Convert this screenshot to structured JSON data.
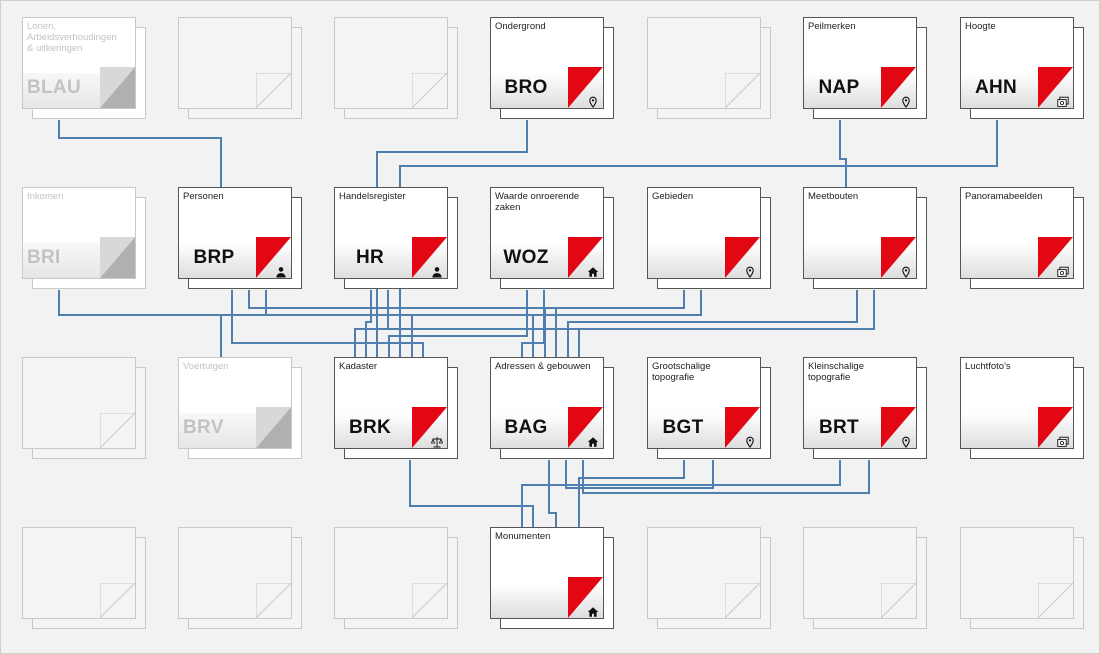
{
  "colors": {
    "link": "#4f7fae",
    "flag_red": "#e30613",
    "active_border": "#555555",
    "ghost_border": "#c8c8c8",
    "ghost_text": "#c2c2c2",
    "fold_grey": "#b0b0b0"
  },
  "registers": [
    {
      "id": "blau",
      "name": "Lonen, Arbeidsverhoudingen & uitkeringen",
      "code": "BLAU",
      "state": "ghost",
      "icon": ""
    },
    {
      "id": "empty-r1c2",
      "name": "",
      "code": "",
      "state": "empty",
      "icon": ""
    },
    {
      "id": "empty-r1c3",
      "name": "",
      "code": "",
      "state": "empty",
      "icon": ""
    },
    {
      "id": "bro",
      "name": "Ondergrond",
      "code": "BRO",
      "state": "active",
      "icon": "map-pin-icon"
    },
    {
      "id": "empty-r1c5",
      "name": "",
      "code": "",
      "state": "empty",
      "icon": ""
    },
    {
      "id": "nap",
      "name": "Peilmerken",
      "code": "NAP",
      "state": "active",
      "icon": "map-pin-icon"
    },
    {
      "id": "ahn",
      "name": "Hoogte",
      "code": "AHN",
      "state": "active",
      "icon": "photo-icon"
    },
    {
      "id": "bri",
      "name": "Inkomen",
      "code": "BRI",
      "state": "ghost",
      "icon": ""
    },
    {
      "id": "brp",
      "name": "Personen",
      "code": "BRP",
      "state": "active",
      "icon": "person-icon"
    },
    {
      "id": "hr",
      "name": "Handelsregister",
      "code": "HR",
      "state": "active",
      "icon": "person-icon"
    },
    {
      "id": "woz",
      "name": "Waarde onroerende zaken",
      "code": "WOZ",
      "state": "active",
      "icon": "house-icon"
    },
    {
      "id": "gebieden",
      "name": "Gebieden",
      "code": "",
      "state": "active",
      "icon": "map-pin-icon"
    },
    {
      "id": "meetbouten",
      "name": "Meetbouten",
      "code": "",
      "state": "active",
      "icon": "map-pin-icon"
    },
    {
      "id": "panoramabeelden",
      "name": "Panoramabeelden",
      "code": "",
      "state": "active",
      "icon": "photo-icon"
    },
    {
      "id": "empty-r3c1",
      "name": "",
      "code": "",
      "state": "empty",
      "icon": ""
    },
    {
      "id": "brv",
      "name": "Voertuigen",
      "code": "BRV",
      "state": "ghost",
      "icon": ""
    },
    {
      "id": "brk",
      "name": "Kadaster",
      "code": "BRK",
      "state": "active",
      "icon": "scales-icon"
    },
    {
      "id": "bag",
      "name": "Adressen & gebouwen",
      "code": "BAG",
      "state": "active",
      "icon": "house-icon"
    },
    {
      "id": "bgt",
      "name": "Grootschalige topografie",
      "code": "BGT",
      "state": "active",
      "icon": "map-pin-icon"
    },
    {
      "id": "brt",
      "name": "Kleinschalige topografie",
      "code": "BRT",
      "state": "active",
      "icon": "map-pin-icon"
    },
    {
      "id": "luchtfotos",
      "name": "Luchtfoto's",
      "code": "",
      "state": "active",
      "icon": "photo-icon"
    },
    {
      "id": "empty-r4c1",
      "name": "",
      "code": "",
      "state": "empty",
      "icon": ""
    },
    {
      "id": "empty-r4c2",
      "name": "",
      "code": "",
      "state": "empty",
      "icon": ""
    },
    {
      "id": "empty-r4c3",
      "name": "",
      "code": "",
      "state": "empty",
      "icon": ""
    },
    {
      "id": "monumenten",
      "name": "Monumenten",
      "code": "",
      "state": "active",
      "icon": "house-icon"
    },
    {
      "id": "empty-r4c5",
      "name": "",
      "code": "",
      "state": "empty",
      "icon": ""
    },
    {
      "id": "empty-r4c6",
      "name": "",
      "code": "",
      "state": "empty",
      "icon": ""
    },
    {
      "id": "empty-r4c7",
      "name": "",
      "code": "",
      "state": "empty",
      "icon": ""
    }
  ],
  "connections": [
    [
      "blau",
      "brp"
    ],
    [
      "bri",
      "bag"
    ],
    [
      "bro",
      "brk"
    ],
    [
      "nap",
      "meetbouten"
    ],
    [
      "ahn",
      "brk"
    ],
    [
      "brp",
      "brk"
    ],
    [
      "brp",
      "bag"
    ],
    [
      "brp",
      "brv"
    ],
    [
      "hr",
      "brk"
    ],
    [
      "hr",
      "bag"
    ],
    [
      "woz",
      "brk"
    ],
    [
      "woz",
      "bag"
    ],
    [
      "gebieden",
      "bag"
    ],
    [
      "gebieden",
      "brk"
    ],
    [
      "meetbouten",
      "bag"
    ],
    [
      "meetbouten",
      "brk"
    ],
    [
      "brk",
      "monumenten"
    ],
    [
      "bag",
      "monumenten"
    ],
    [
      "bgt",
      "monumenten"
    ],
    [
      "brt",
      "monumenten"
    ],
    [
      "bag",
      "bgt"
    ],
    [
      "bag",
      "brt"
    ]
  ]
}
